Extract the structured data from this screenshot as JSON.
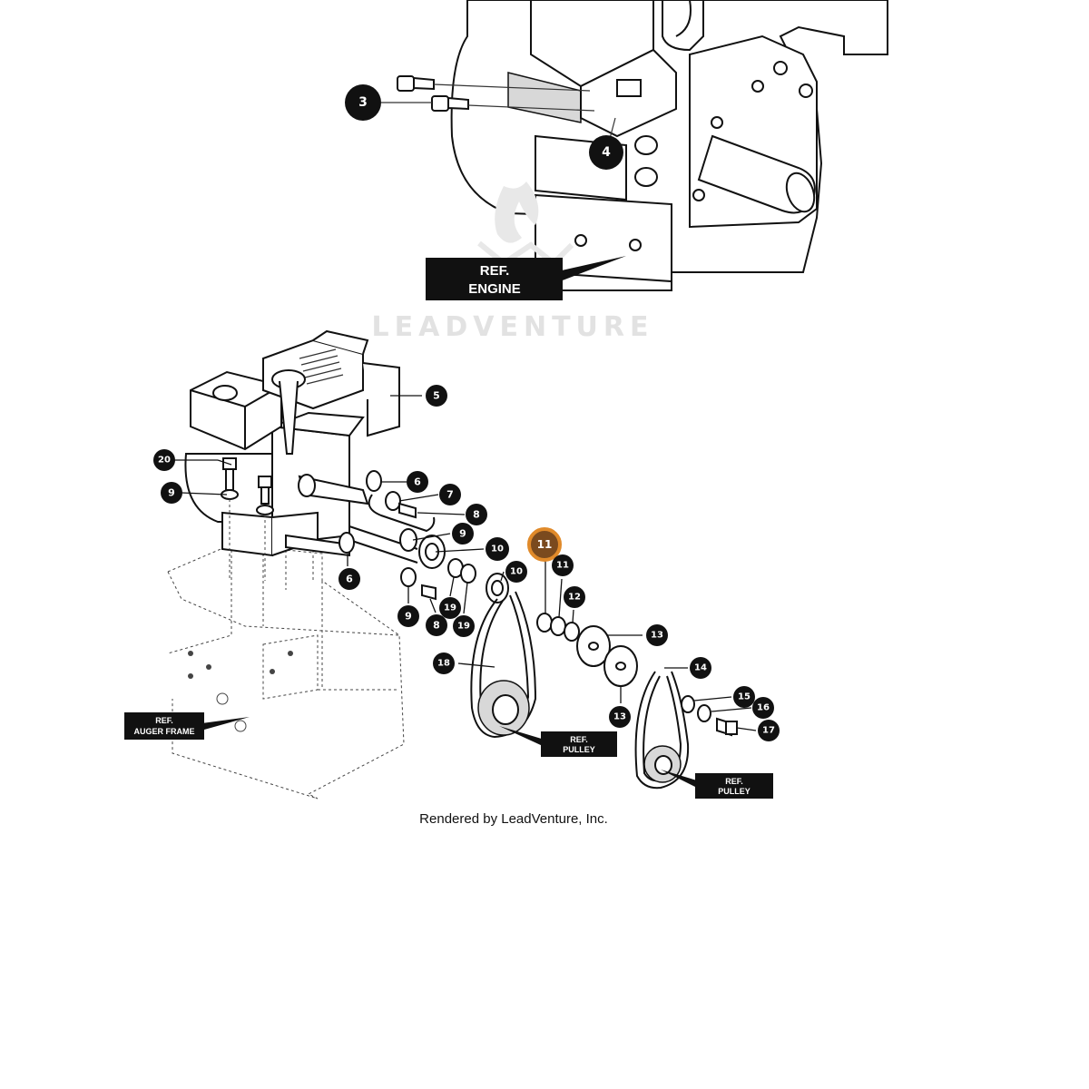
{
  "watermark": "LEADVENTURE",
  "credit": "Rendered by LeadVenture, Inc.",
  "ref_labels": {
    "engine_top": [
      "REF.",
      "ENGINE"
    ],
    "auger_frame": [
      "REF.",
      "AUGER FRAME"
    ],
    "pulley_1": [
      "REF.",
      "PULLEY"
    ],
    "pulley_2": [
      "REF.",
      "PULLEY"
    ]
  },
  "callouts": [
    {
      "id": "c3",
      "text": "3"
    },
    {
      "id": "c4",
      "text": "4"
    },
    {
      "id": "c5",
      "text": "5"
    },
    {
      "id": "c20",
      "text": "20"
    },
    {
      "id": "c9a",
      "text": "9"
    },
    {
      "id": "c6a",
      "text": "6"
    },
    {
      "id": "c7",
      "text": "7"
    },
    {
      "id": "c8a",
      "text": "8"
    },
    {
      "id": "c9b",
      "text": "9"
    },
    {
      "id": "c10a",
      "text": "10"
    },
    {
      "id": "c6b",
      "text": "6"
    },
    {
      "id": "c10b",
      "text": "10"
    },
    {
      "id": "c19a",
      "text": "19"
    },
    {
      "id": "c9c",
      "text": "9"
    },
    {
      "id": "c8b",
      "text": "8"
    },
    {
      "id": "c19b",
      "text": "19"
    },
    {
      "id": "c11h",
      "text": "11",
      "highlighted": true
    },
    {
      "id": "c11",
      "text": "11"
    },
    {
      "id": "c12",
      "text": "12"
    },
    {
      "id": "c13a",
      "text": "13"
    },
    {
      "id": "c18",
      "text": "18"
    },
    {
      "id": "c14",
      "text": "14"
    },
    {
      "id": "c13b",
      "text": "13"
    },
    {
      "id": "c15",
      "text": "15"
    },
    {
      "id": "c16",
      "text": "16"
    },
    {
      "id": "c17",
      "text": "17"
    }
  ],
  "colors": {
    "callout_fill": "#111111",
    "highlight_fill": "#7a4a1e",
    "highlight_ring": "#e08a2a",
    "label_fill": "#111111"
  }
}
